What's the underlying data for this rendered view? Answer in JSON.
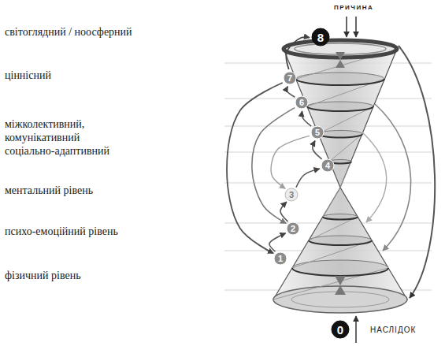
{
  "diagram": {
    "nodes": [
      {
        "text": [
          "8"
        ]
      },
      {
        "text": [
          "7"
        ]
      },
      {
        "text": [
          "6"
        ]
      },
      {
        "text": [
          "5"
        ]
      },
      {
        "text": [
          "4"
        ]
      },
      {
        "text": [
          "3"
        ]
      },
      {
        "text": [
          "2"
        ]
      },
      {
        "text": [
          "1"
        ]
      },
      {
        "text": [
          "0"
        ]
      }
    ],
    "edges": [
      {
        "from": 7,
        "to": 6,
        "arrow": "to"
      },
      {
        "from": 6,
        "to": 5,
        "arrow": "to"
      },
      {
        "from": 5,
        "to": 4,
        "arrow": "to"
      },
      {
        "from": 4,
        "to": 3,
        "arrow": "to"
      },
      {
        "from": 3,
        "to": 2,
        "arrow": "to"
      },
      {
        "from": 2,
        "to": 1,
        "arrow": "to"
      },
      {
        "from": 1,
        "to": 0,
        "arrow": "to"
      },
      {
        "from": 1,
        "to": 7,
        "arrow": "to"
      },
      {
        "from": 2,
        "to": 6,
        "arrow": "to"
      },
      {
        "from": 3,
        "to": 5,
        "arrow": "to"
      }
    ],
    "labels": [
      "світоглядний / ноосферний",
      "ціннісний",
      "міжколективний, комунікативний соціально-адаптивний",
      "ментальний рівень",
      "психо-емоційний рівень",
      "фізичний рівень",
      "ПРИЧИНА",
      "НАСЛІДОК"
    ]
  }
}
